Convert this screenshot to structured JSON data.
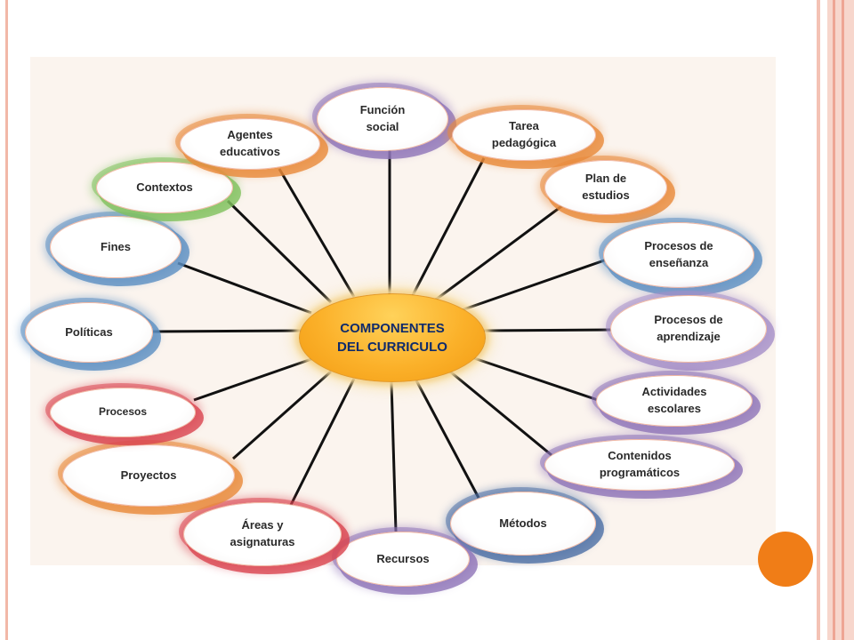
{
  "hub": {
    "line1": "COMPONENTES",
    "line2": "DEL CURRICULO"
  },
  "nodes": [
    {
      "key": "funcion",
      "lines": [
        "Función",
        "social"
      ],
      "halo": "#8f74b8"
    },
    {
      "key": "tarea",
      "lines": [
        "Tarea",
        "pedagógica"
      ],
      "halo": "#e8893a"
    },
    {
      "key": "plan",
      "lines": [
        "Plan de",
        "estudios"
      ],
      "halo": "#e8893a"
    },
    {
      "key": "ensenanza",
      "lines": [
        "Procesos de",
        "enseñanza"
      ],
      "halo": "#5b8ec2"
    },
    {
      "key": "aprendizaje",
      "lines": [
        "Procesos de",
        "aprendizaje"
      ],
      "halo": "#a58fc8"
    },
    {
      "key": "actividades",
      "lines": [
        "Actividades",
        "escolares"
      ],
      "halo": "#8f74b8"
    },
    {
      "key": "contenidos",
      "lines": [
        "Contenidos",
        "programáticos"
      ],
      "halo": "#8f74b8"
    },
    {
      "key": "metodos",
      "lines": [
        "Métodos"
      ],
      "halo": "#4c6fa5"
    },
    {
      "key": "recursos",
      "lines": [
        "Recursos"
      ],
      "halo": "#8f74b8"
    },
    {
      "key": "areas",
      "lines": [
        "Áreas y",
        "asignaturas"
      ],
      "halo": "#d9434f"
    },
    {
      "key": "proyectos",
      "lines": [
        "Proyectos"
      ],
      "halo": "#e8893a"
    },
    {
      "key": "procesos",
      "lines": [
        "Procesos"
      ],
      "halo": "#d9434f"
    },
    {
      "key": "politicas",
      "lines": [
        "Políticas"
      ],
      "halo": "#5b8ec2"
    },
    {
      "key": "fines",
      "lines": [
        "Fines"
      ],
      "halo": "#5b8ec2"
    },
    {
      "key": "contextos",
      "lines": [
        "Contextos"
      ],
      "halo": "#7fc15c"
    },
    {
      "key": "agentes",
      "lines": [
        "Agentes",
        "educativos"
      ],
      "halo": "#e8893a"
    }
  ],
  "colors": {
    "accent": "#f07d17",
    "hub_fill": "#fbb12a",
    "hub_text": "#0f2b6b",
    "connector": "#111111"
  }
}
